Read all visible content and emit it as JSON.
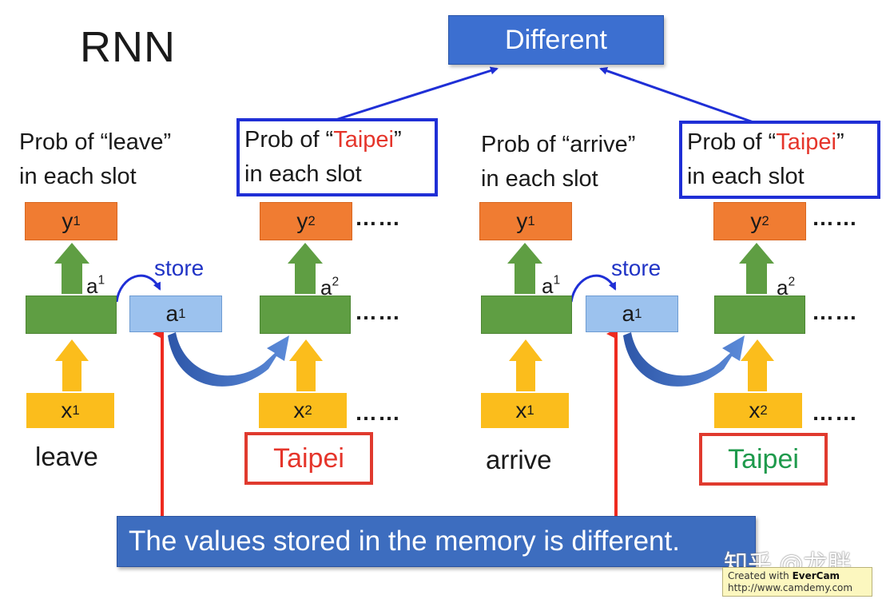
{
  "title": "RNN",
  "different_label": "Different",
  "prob": {
    "leave_line1": "Prob of “leave”",
    "arrive_line1": "Prob of “arrive”",
    "taipei_pre": "Prob of “",
    "taipei_word": "Taipei",
    "taipei_post": "”",
    "line2": "in each slot"
  },
  "cells": {
    "y": "y",
    "x": "x",
    "a": "a",
    "sup1": "1",
    "sup2": "2",
    "store": "store",
    "dots": "……"
  },
  "words": {
    "leave": "leave",
    "taipei": "Taipei",
    "arrive": "arrive"
  },
  "banner": "The values stored in the memory is different.",
  "watermark": "知乎 @龙胖",
  "evercam": {
    "created": "Created with ",
    "brand": "EverCam",
    "url": "http://www.camdemy.com"
  },
  "colors": {
    "blue_outline": "#1f2fd6",
    "red_outline": "#e03a2e",
    "output_orange": "#f07c32",
    "hidden_green": "#5f9e43",
    "input_yellow": "#fbbd1c",
    "memory_blue": "#9cc2ee",
    "taipei_red": "#e5352b",
    "taipei_green": "#1e9a4c"
  }
}
